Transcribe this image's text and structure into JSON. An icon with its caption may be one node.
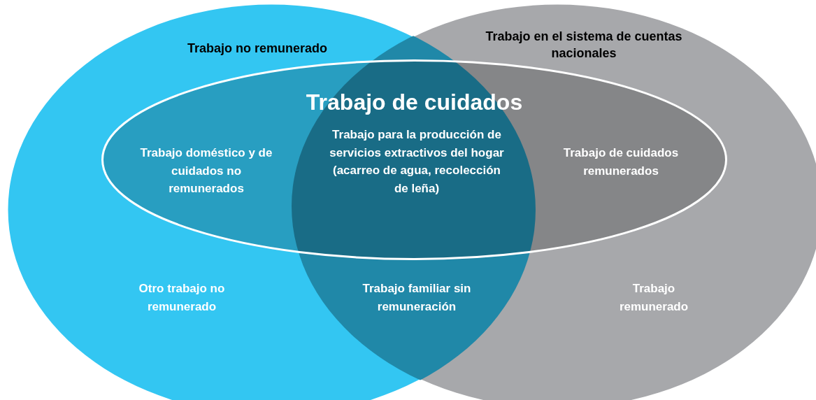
{
  "diagram": {
    "nodes": [
      {
        "text": [
          "Trabajo no remunerado"
        ]
      },
      {
        "text": [
          "Trabajo en el sistema de cuentas nacionales"
        ]
      },
      {
        "text": [
          "Trabajo de cuidados"
        ]
      }
    ],
    "labels": [
      "Trabajo doméstico y de cuidados no remunerados",
      "Trabajo para la producción de servicios extractivos del hogar (acarreo de agua, recolección de leña)",
      "Trabajo de cuidados remunerados",
      "Otro trabajo no remunerado",
      "Trabajo familiar sin remuneración",
      "Trabajo remunerado"
    ]
  }
}
